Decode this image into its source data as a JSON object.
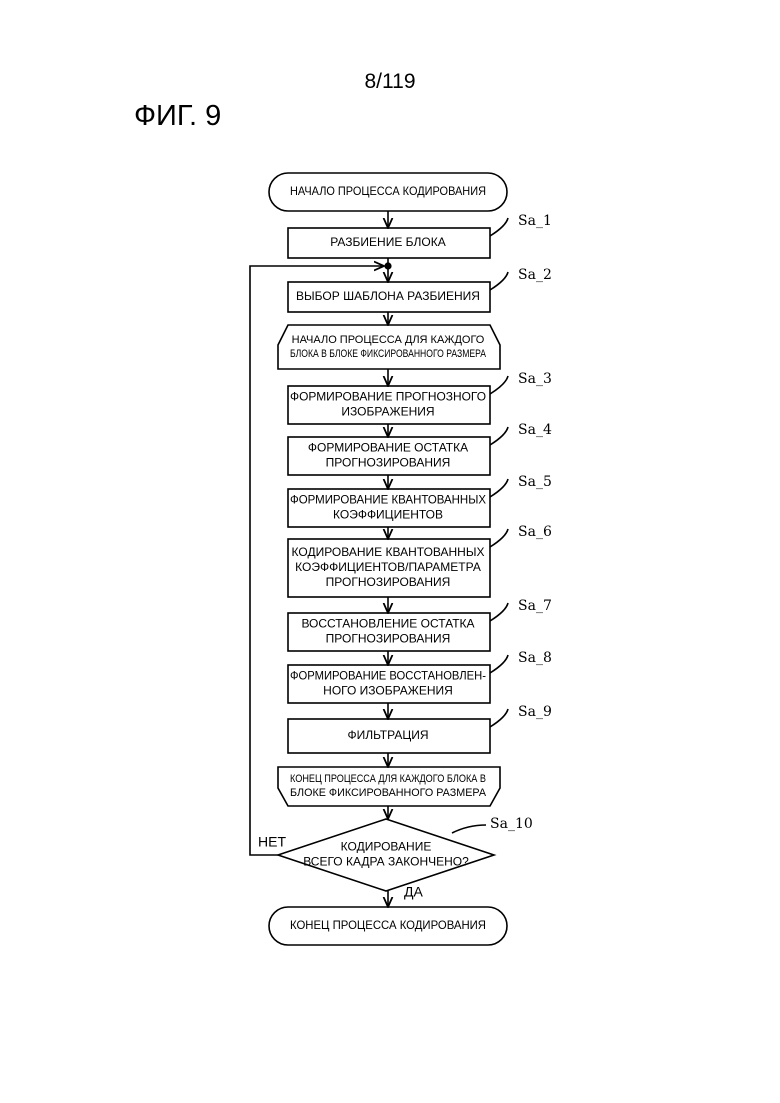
{
  "page_number": "8/119",
  "figure_label": "ФИГ. 9",
  "flowchart": {
    "start": [
      "НАЧАЛО ПРОЦЕССА КОДИРОВАНИЯ"
    ],
    "end": [
      "КОНЕЦ ПРОЦЕССА КОДИРОВАНИЯ"
    ],
    "steps": [
      {
        "id": "Sa_1",
        "lines": [
          "РАЗБИЕНИЕ БЛОКА"
        ]
      },
      {
        "id": "Sa_2",
        "lines": [
          "ВЫБОР ШАБЛОНА РАЗБИЕНИЯ"
        ]
      },
      {
        "id": "Sa_3",
        "lines": [
          "ФОРМИРОВАНИЕ ПРОГНОЗНОГО",
          "ИЗОБРАЖЕНИЯ"
        ]
      },
      {
        "id": "Sa_4",
        "lines": [
          "ФОРМИРОВАНИЕ ОСТАТКА",
          "ПРОГНОЗИРОВАНИЯ"
        ]
      },
      {
        "id": "Sa_5",
        "lines": [
          "ФОРМИРОВАНИЕ КВАНТОВАННЫХ",
          "КОЭФФИЦИЕНТОВ"
        ]
      },
      {
        "id": "Sa_6",
        "lines": [
          "КОДИРОВАНИЕ КВАНТОВАННЫХ",
          "КОЭФФИЦИЕНТОВ/ПАРАМЕТРА",
          "ПРОГНОЗИРОВАНИЯ"
        ]
      },
      {
        "id": "Sa_7",
        "lines": [
          "ВОССТАНОВЛЕНИЕ ОСТАТКА",
          "ПРОГНОЗИРОВАНИЯ"
        ]
      },
      {
        "id": "Sa_8",
        "lines": [
          "ФОРМИРОВАНИЕ ВОССТАНОВЛЕН-",
          "НОГО ИЗОБРАЖЕНИЯ"
        ]
      },
      {
        "id": "Sa_9",
        "lines": [
          "ФИЛЬТРАЦИЯ"
        ]
      }
    ],
    "loop_start": [
      "НАЧАЛО ПРОЦЕССА ДЛЯ КАЖДОГО",
      "БЛОКА В БЛОКЕ ФИКСИРОВАННОГО РАЗМЕРА"
    ],
    "loop_end": [
      "КОНЕЦ ПРОЦЕССА ДЛЯ КАЖДОГО БЛОКА В",
      "БЛОКЕ ФИКСИРОВАННОГО РАЗМЕРА"
    ],
    "decision": {
      "id": "Sa_10",
      "lines": [
        "КОДИРОВАНИЕ",
        "ВСЕГО КАДРА ЗАКОНЧЕНО?"
      ]
    },
    "yes_label": "ДА",
    "no_label": "НЕТ"
  }
}
